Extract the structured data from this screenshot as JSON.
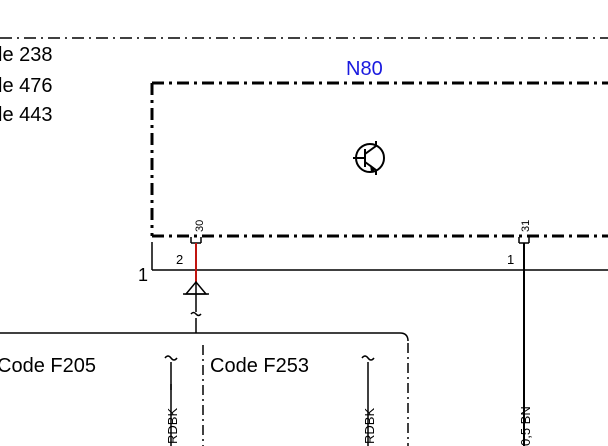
{
  "page_refs": [
    "le 238",
    "le 476",
    "le 443"
  ],
  "component": {
    "name": "N80",
    "symbol": "transistor-icon",
    "name_color": "#1a1adf",
    "pins": [
      {
        "terminal": "30",
        "connector_pin": "2"
      },
      {
        "terminal": "31",
        "connector_pin": "1"
      }
    ]
  },
  "connector_label": "1",
  "variants": [
    {
      "code": "Code F205",
      "wire": "RDBK"
    },
    {
      "code": "Code F253",
      "wire": "RDBK"
    }
  ],
  "ground_wire": "0,5 BN",
  "colors": {
    "line": "#000000",
    "red_wire": "#c0140f",
    "label_blue": "#1a1adf"
  }
}
